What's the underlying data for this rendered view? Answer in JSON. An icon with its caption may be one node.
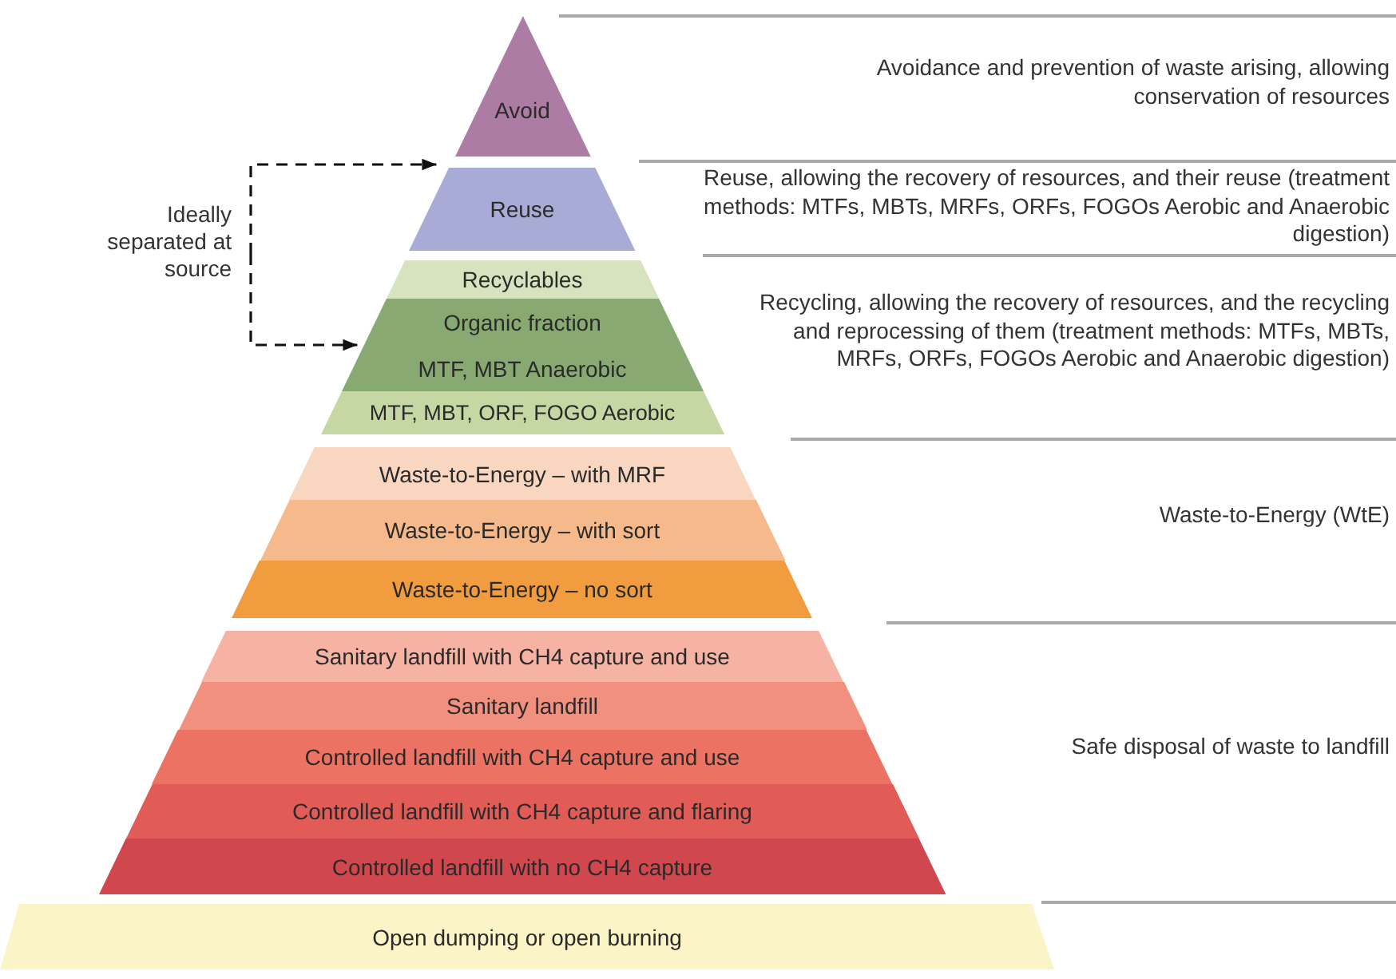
{
  "diagram": {
    "nodes": [
      {
        "text": [
          "Avoid"
        ]
      },
      {
        "text": [
          "Reuse"
        ]
      },
      {
        "text": [
          "Ideally separated at source"
        ]
      },
      {
        "text": [
          "Recyclables"
        ]
      },
      {
        "text": [
          "Organic fraction",
          "MTF, MBT Anaerobic"
        ]
      },
      {
        "text": [
          "MTF, MBT, ORF, FOGO Aerobic"
        ]
      },
      {
        "text": [
          "Waste-to-Energy – with MRF"
        ]
      },
      {
        "text": [
          "Waste-to-Energy – with sort"
        ]
      },
      {
        "text": [
          "Waste-to-Energy – no sort"
        ]
      },
      {
        "text": [
          "Sanitary landfill with CH4 capture and use"
        ]
      },
      {
        "text": [
          "Sanitary landfill"
        ]
      },
      {
        "text": [
          "Controlled landfill with CH4 capture and use"
        ]
      },
      {
        "text": [
          "Controlled landfill with CH4 capture and flaring"
        ]
      },
      {
        "text": [
          "Controlled landfill with no CH4 capture"
        ]
      },
      {
        "text": [
          "Open dumping or open burning"
        ]
      }
    ],
    "edges": [
      {
        "from": 2,
        "to": 1,
        "arrow": "to",
        "style": "dashed"
      },
      {
        "from": 2,
        "to": 4,
        "arrow": "to",
        "style": "dashed"
      }
    ],
    "labels": [
      "Avoidance and prevention of waste arising, allowing conservation of resources",
      "Reuse, allowing the recovery of resources, and their reuse (treatment methods: MTFs, MBTs, MRFs, ORFs, FOGOs Aerobic and Anaerobic digestion)",
      "Recycling, allowing the recovery of resources, and the recycling and reprocessing of them (treatment methods: MTFs, MBTs, MRFs, ORFs, FOGOs Aerobic and Anaerobic digestion)",
      "Waste-to-Energy (WtE)",
      "Safe disposal of waste to landfill"
    ]
  }
}
